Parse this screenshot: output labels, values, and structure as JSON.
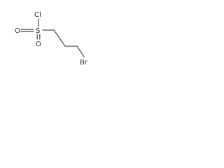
{
  "molecule": {
    "atoms": {
      "oxygen_left": "O",
      "sulfur": "S",
      "oxygen_bottom": "O",
      "chlorine": "Cl",
      "bromine": "Br"
    }
  },
  "colors": {
    "bond": "#555555",
    "label": "#2b2b2b",
    "background": "#ffffff"
  }
}
